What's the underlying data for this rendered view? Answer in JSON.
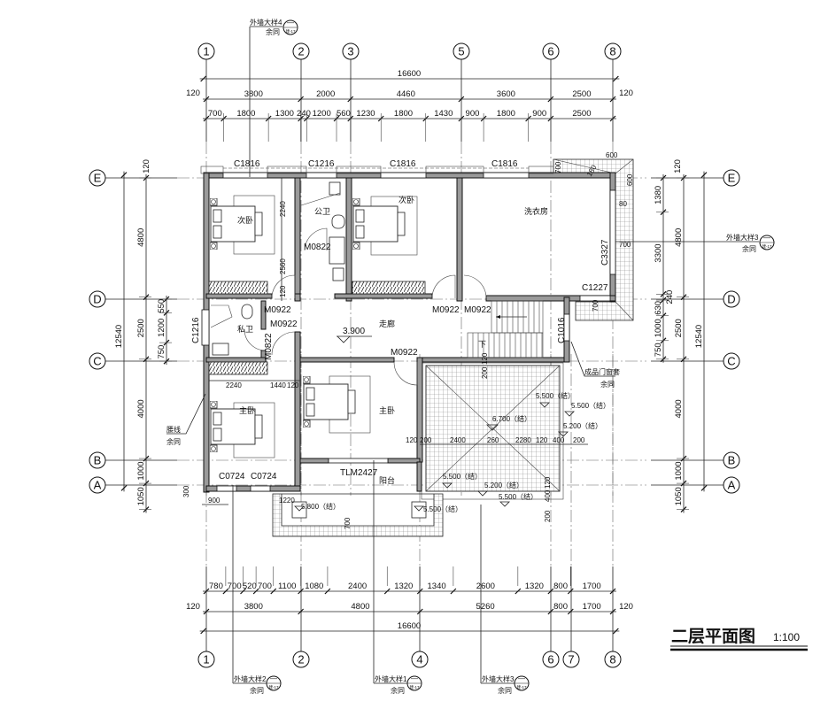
{
  "title": {
    "name": "二层平面图",
    "scale": "1:100"
  },
  "axes": {
    "top": [
      "1",
      "2",
      "3",
      "5",
      "6",
      "8"
    ],
    "bottom": [
      "1",
      "2",
      "4",
      "6",
      "7",
      "8"
    ],
    "left": [
      "E",
      "D",
      "C",
      "B",
      "A"
    ],
    "right": [
      "E",
      "D",
      "C",
      "B",
      "A"
    ]
  },
  "dims": {
    "edge": "120",
    "top_total": "16600",
    "top_main": [
      3800,
      2000,
      4460,
      3600,
      2500
    ],
    "top_sub": [
      700,
      1800,
      1300,
      240,
      1200,
      560,
      1230,
      1800,
      1430,
      900,
      1800,
      900,
      2500
    ],
    "bottom_sub": [
      780,
      700,
      520,
      700,
      1100,
      1080,
      2400,
      1320,
      1340,
      2600,
      1320,
      800,
      1700
    ],
    "bottom_main": [
      3800,
      4800,
      5260,
      800,
      1700
    ],
    "bottom_total": "16600",
    "left_total": "12540",
    "left_main": [
      4800,
      2500,
      4000,
      1000,
      1050
    ],
    "left_sub": [
      550,
      1200,
      750
    ],
    "right_total": "12540",
    "right_main": [
      4800,
      2500,
      4000,
      1000,
      1050
    ],
    "right_sub": [
      1380,
      3300,
      240,
      630,
      1000,
      750
    ],
    "interior": [
      "2240",
      "2560",
      "120",
      "2240",
      "1440",
      "120",
      "900",
      "1220",
      "700",
      "700",
      "180",
      "600",
      "600",
      "80",
      "700",
      "700",
      "200",
      "120",
      "120",
      "200",
      "2400",
      "260",
      "2280",
      "120",
      "400",
      "200",
      "120",
      "400",
      "200",
      "300"
    ]
  },
  "rooms": [
    "次卧",
    "公卫",
    "次卧",
    "洗衣房",
    "私卫",
    "走廊",
    "主卧",
    "主卧",
    "阳台"
  ],
  "floor_level": "3.900",
  "stair_down": "下",
  "windows": [
    "C1816",
    "C1216",
    "C1816",
    "C1816",
    "C3327",
    "C1227",
    "C1216",
    "C1016",
    "C0724",
    "C0724",
    "TLM2427"
  ],
  "doors": [
    "M0822",
    "M0922",
    "M0922",
    "M0822",
    "M0922",
    "M0922",
    "M0922"
  ],
  "elevations": [
    "5.500（结）",
    "5.500（结）",
    "6.700（结）",
    "5.200（结）",
    "5.500（结）",
    "5.200（结）",
    "5.500（结）",
    "5.800（结）",
    "5.500（结）"
  ],
  "annotations": {
    "detail4": "外墙大样4",
    "detail3": "外墙大样3",
    "detail2": "外墙大样2",
    "detail1": "外墙大样1",
    "same": "余同",
    "waistline": "腰线",
    "door_trim": "成品门窗套",
    "detail_top": "—",
    "detail_ref": "建-17"
  }
}
